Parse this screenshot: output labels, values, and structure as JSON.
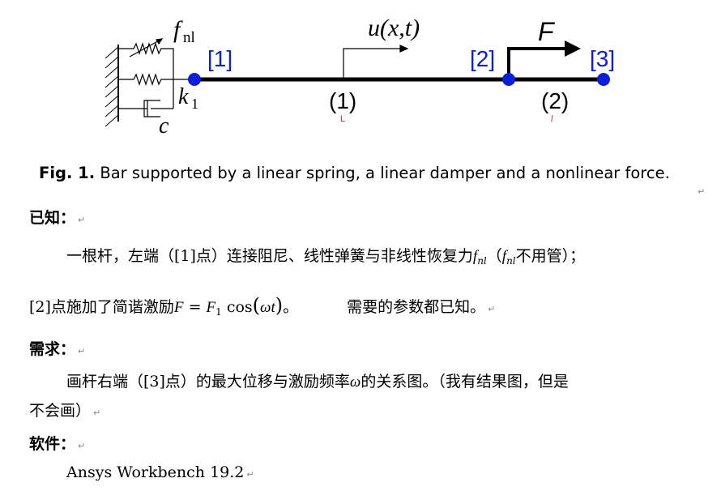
{
  "figure": {
    "labels": {
      "f_main": "f",
      "f_sub": "nl",
      "k_main": "k",
      "k_sub": "1",
      "c": "c",
      "node1": "[1]",
      "node2": "[2]",
      "node3": "[3]",
      "u": "u(x,t)",
      "F": "F",
      "elem1": "(1)",
      "elem2": "(2)",
      "elem1_mark": "L",
      "elem2_mark": "l"
    }
  },
  "caption": {
    "prefix": "Fig. 1.",
    "text": " Bar supported by a linear spring, a linear damper and a nonlinear force."
  },
  "paragraph_mark": "↵",
  "known": {
    "heading": "已知：",
    "line1_a": "一根杆，左端（[1]点）连接阻尼、线性弹簧与非线性恢复力",
    "f": "f",
    "nl": "nl",
    "line1_b": "（",
    "line1_c": "不用管）；",
    "line2_a": "[2]点施加了简谐激励",
    "eq_F": "F",
    "eq_mid": " = ",
    "eq_F1": "F",
    "eq_1": "1",
    "eq_cos": " cos",
    "eq_lp": "(",
    "eq_wt": "ωt",
    "eq_rp": ")",
    "line2_b": "。",
    "line2_c": "需要的参数都已知。"
  },
  "need": {
    "heading": "需求：",
    "line1_a": "画杆右端（[3]点）的最大位移与激励频率",
    "omega": "ω",
    "line1_b": "的关系图。（我有结果图，但是",
    "line2": "不会画）"
  },
  "software": {
    "heading": "软件：",
    "value": "Ansys Workbench 19.2"
  }
}
